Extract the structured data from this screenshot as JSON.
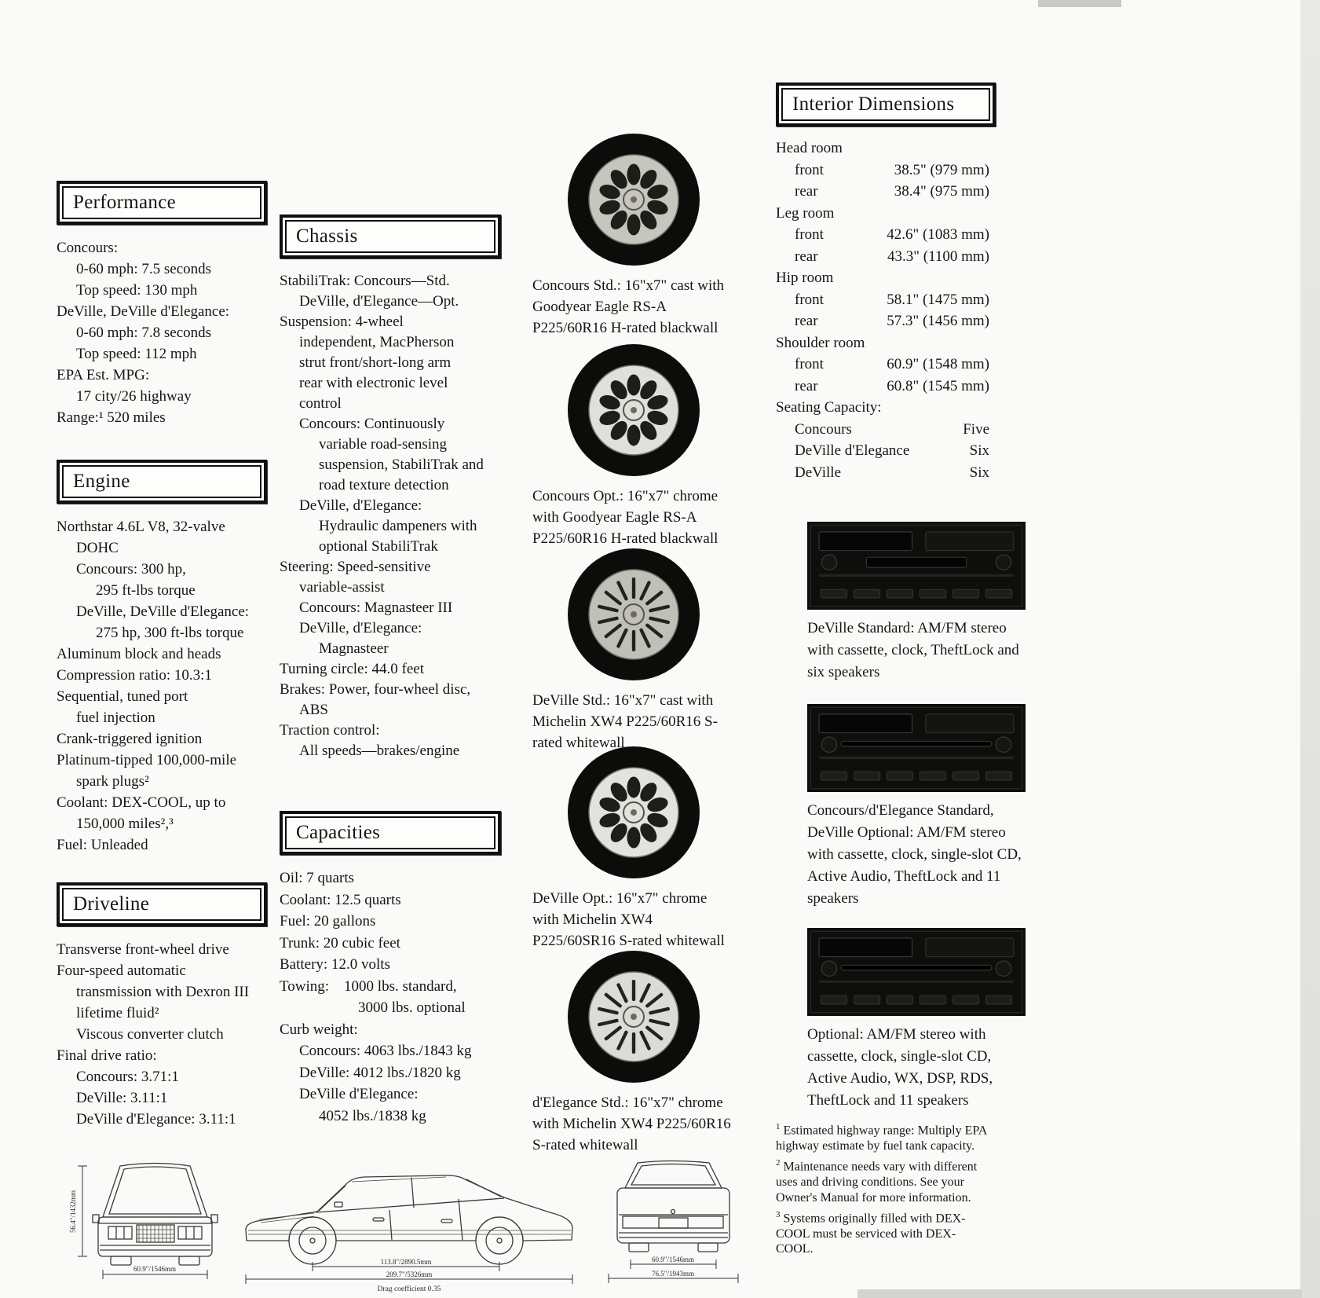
{
  "sections": {
    "performance": {
      "title": "Performance",
      "lines": [
        {
          "text": "Concours:",
          "indent": 0
        },
        {
          "text": "0-60 mph: 7.5 seconds",
          "indent": 1
        },
        {
          "text": "Top speed: 130 mph",
          "indent": 1
        },
        {
          "text": "DeVille, DeVille d'Elegance:",
          "indent": 0
        },
        {
          "text": "0-60 mph: 7.8 seconds",
          "indent": 1
        },
        {
          "text": "Top speed: 112 mph",
          "indent": 1
        },
        {
          "text": "EPA Est. MPG:",
          "indent": 0
        },
        {
          "text": "17 city/26 highway",
          "indent": 1
        },
        {
          "text": "Range:¹ 520 miles",
          "indent": 0
        }
      ]
    },
    "engine": {
      "title": "Engine",
      "lines": [
        {
          "text": "Northstar 4.6L V8, 32-valve",
          "indent": 0
        },
        {
          "text": "DOHC",
          "indent": 1
        },
        {
          "text": "Concours: 300 hp,",
          "indent": 1
        },
        {
          "text": "295 ft-lbs torque",
          "indent": 2
        },
        {
          "text": "DeVille, DeVille d'Elegance:",
          "indent": 1
        },
        {
          "text": "275 hp, 300 ft-lbs torque",
          "indent": 2
        },
        {
          "text": "Aluminum block and heads",
          "indent": 0
        },
        {
          "text": "Compression ratio: 10.3:1",
          "indent": 0
        },
        {
          "text": "Sequential, tuned port",
          "indent": 0
        },
        {
          "text": "fuel injection",
          "indent": 1
        },
        {
          "text": "Crank-triggered ignition",
          "indent": 0
        },
        {
          "text": "Platinum-tipped 100,000-mile",
          "indent": 0
        },
        {
          "text": "spark plugs²",
          "indent": 1
        },
        {
          "text": "Coolant: DEX-COOL, up to",
          "indent": 0
        },
        {
          "text": "150,000 miles²,³",
          "indent": 1
        },
        {
          "text": "Fuel: Unleaded",
          "indent": 0
        }
      ]
    },
    "driveline": {
      "title": "Driveline",
      "lines": [
        {
          "text": "Transverse front-wheel drive",
          "indent": 0
        },
        {
          "text": "Four-speed automatic",
          "indent": 0
        },
        {
          "text": "transmission with Dexron III",
          "indent": 1
        },
        {
          "text": "lifetime fluid²",
          "indent": 1
        },
        {
          "text": "Viscous converter clutch",
          "indent": 1
        },
        {
          "text": "Final drive ratio:",
          "indent": 0
        },
        {
          "text": "Concours: 3.71:1",
          "indent": 1
        },
        {
          "text": "DeVille: 3.11:1",
          "indent": 1
        },
        {
          "text": "DeVille d'Elegance: 3.11:1",
          "indent": 1
        }
      ]
    },
    "chassis": {
      "title": "Chassis",
      "lines": [
        {
          "text": "StabiliTrak: Concours—Std.",
          "indent": 0
        },
        {
          "text": "DeVille, d'Elegance—Opt.",
          "indent": 1
        },
        {
          "text": "Suspension: 4-wheel",
          "indent": 0
        },
        {
          "text": "independent, MacPherson",
          "indent": 1
        },
        {
          "text": "strut front/short-long arm",
          "indent": 1
        },
        {
          "text": "rear with electronic level",
          "indent": 1
        },
        {
          "text": "control",
          "indent": 1
        },
        {
          "text": "Concours: Continuously",
          "indent": 1
        },
        {
          "text": "variable road-sensing",
          "indent": 2
        },
        {
          "text": "suspension, StabiliTrak and",
          "indent": 2
        },
        {
          "text": "road texture detection",
          "indent": 2
        },
        {
          "text": "DeVille, d'Elegance:",
          "indent": 1
        },
        {
          "text": "Hydraulic dampeners with",
          "indent": 2
        },
        {
          "text": "optional StabiliTrak",
          "indent": 2
        },
        {
          "text": "Steering: Speed-sensitive",
          "indent": 0
        },
        {
          "text": "variable-assist",
          "indent": 1
        },
        {
          "text": "Concours: Magnasteer III",
          "indent": 1
        },
        {
          "text": "DeVille, d'Elegance:",
          "indent": 1
        },
        {
          "text": "Magnasteer",
          "indent": 2
        },
        {
          "text": "Turning circle: 44.0 feet",
          "indent": 0
        },
        {
          "text": "Brakes: Power, four-wheel disc,",
          "indent": 0
        },
        {
          "text": "ABS",
          "indent": 1
        },
        {
          "text": "Traction control:",
          "indent": 0
        },
        {
          "text": "All speeds—brakes/engine",
          "indent": 1
        }
      ]
    },
    "capacities": {
      "title": "Capacities",
      "lines": [
        {
          "text": "Oil: 7 quarts",
          "indent": 0
        },
        {
          "text": "Coolant: 12.5 quarts",
          "indent": 0
        },
        {
          "text": "Fuel: 20 gallons",
          "indent": 0
        },
        {
          "text": "Trunk: 20 cubic feet",
          "indent": 0
        },
        {
          "text": "Battery: 12.0 volts",
          "indent": 0
        },
        {
          "text": "Towing:    1000 lbs. standard,",
          "indent": 0
        },
        {
          "text": "3000 lbs. optional",
          "indent": 4
        },
        {
          "text": "Curb weight:",
          "indent": 0
        },
        {
          "text": "Concours: 4063 lbs./1843 kg",
          "indent": 1
        },
        {
          "text": "DeVille: 4012 lbs./1820 kg",
          "indent": 1
        },
        {
          "text": "DeVille d'Elegance:",
          "indent": 1
        },
        {
          "text": "4052 lbs./1838 kg",
          "indent": 2
        }
      ]
    }
  },
  "interior": {
    "title": "Interior Dimensions",
    "rows": [
      {
        "label": "Head room",
        "indent": 0
      },
      {
        "label": "front",
        "value": "38.5\" (979 mm)",
        "indent": 1
      },
      {
        "label": "rear",
        "value": "38.4\" (975 mm)",
        "indent": 1
      },
      {
        "label": "Leg room",
        "indent": 0
      },
      {
        "label": "front",
        "value": "42.6\" (1083 mm)",
        "indent": 1
      },
      {
        "label": "rear",
        "value": "43.3\" (1100 mm)",
        "indent": 1
      },
      {
        "label": "Hip room",
        "indent": 0
      },
      {
        "label": "front",
        "value": "58.1\" (1475 mm)",
        "indent": 1
      },
      {
        "label": "rear",
        "value": "57.3\" (1456 mm)",
        "indent": 1
      },
      {
        "label": "Shoulder room",
        "indent": 0
      },
      {
        "label": "front",
        "value": "60.9\" (1548 mm)",
        "indent": 1
      },
      {
        "label": "rear",
        "value": "60.8\" (1545 mm)",
        "indent": 1
      },
      {
        "label": "Seating Capacity:",
        "indent": 0
      },
      {
        "label": "Concours",
        "value": "Five",
        "indent": 1
      },
      {
        "label": "DeVille d'Elegance",
        "value": "Six",
        "indent": 1
      },
      {
        "label": "DeVille",
        "value": "Six",
        "indent": 1
      }
    ]
  },
  "wheels": {
    "items": [
      {
        "caption": "Concours Std.: 16\"x7\" cast with Goodyear Eagle RS-A P225/60R16 H-rated blackwall"
      },
      {
        "caption": "Concours Opt.: 16\"x7\" chrome with Goodyear Eagle RS-A P225/60R16 H-rated blackwall"
      },
      {
        "caption": "DeVille Std.: 16\"x7\" cast with Michelin XW4 P225/60R16 S-rated whitewall"
      },
      {
        "caption": "DeVille Opt.: 16\"x7\" chrome with Michelin XW4 P225/60SR16 S-rated whitewall"
      },
      {
        "caption": "d'Elegance Std.: 16\"x7\" chrome with Michelin XW4 P225/60R16 S-rated whitewall"
      }
    ]
  },
  "radios": {
    "items": [
      {
        "caption": "DeVille Standard: AM/FM stereo with cassette, clock, TheftLock and six speakers"
      },
      {
        "caption": "Concours/d'Elegance Standard, DeVille Optional: AM/FM stereo with cassette, clock, single-slot CD, Active Audio, TheftLock and 11 speakers"
      },
      {
        "caption": "Optional: AM/FM stereo with cassette, clock, single-slot CD, Active Audio, WX, DSP, RDS, TheftLock and 11 speakers"
      }
    ]
  },
  "footnotes": {
    "items": [
      {
        "marker": "1",
        "text": "Estimated highway range: Multiply EPA highway estimate by fuel tank capacity."
      },
      {
        "marker": "2",
        "text": "Maintenance needs vary with different uses and driving conditions. See your Owner's Manual for more information."
      },
      {
        "marker": "3",
        "text": "Systems originally filled with DEX-COOL must be serviced with DEX-COOL."
      }
    ]
  },
  "diagrams": {
    "front": {
      "height_label": "56.4\"/1432mm",
      "width_label": "60.9\"/1546mm"
    },
    "side": {
      "wheelbase_label": "113.8\"/2890.5mm",
      "length_label": "209.7\"/5326mm",
      "drag_label": "Drag coefficient 0.35"
    },
    "rear": {
      "track_label": "60.9\"/1546mm",
      "width_label": "76.5\"/1943mm"
    }
  }
}
